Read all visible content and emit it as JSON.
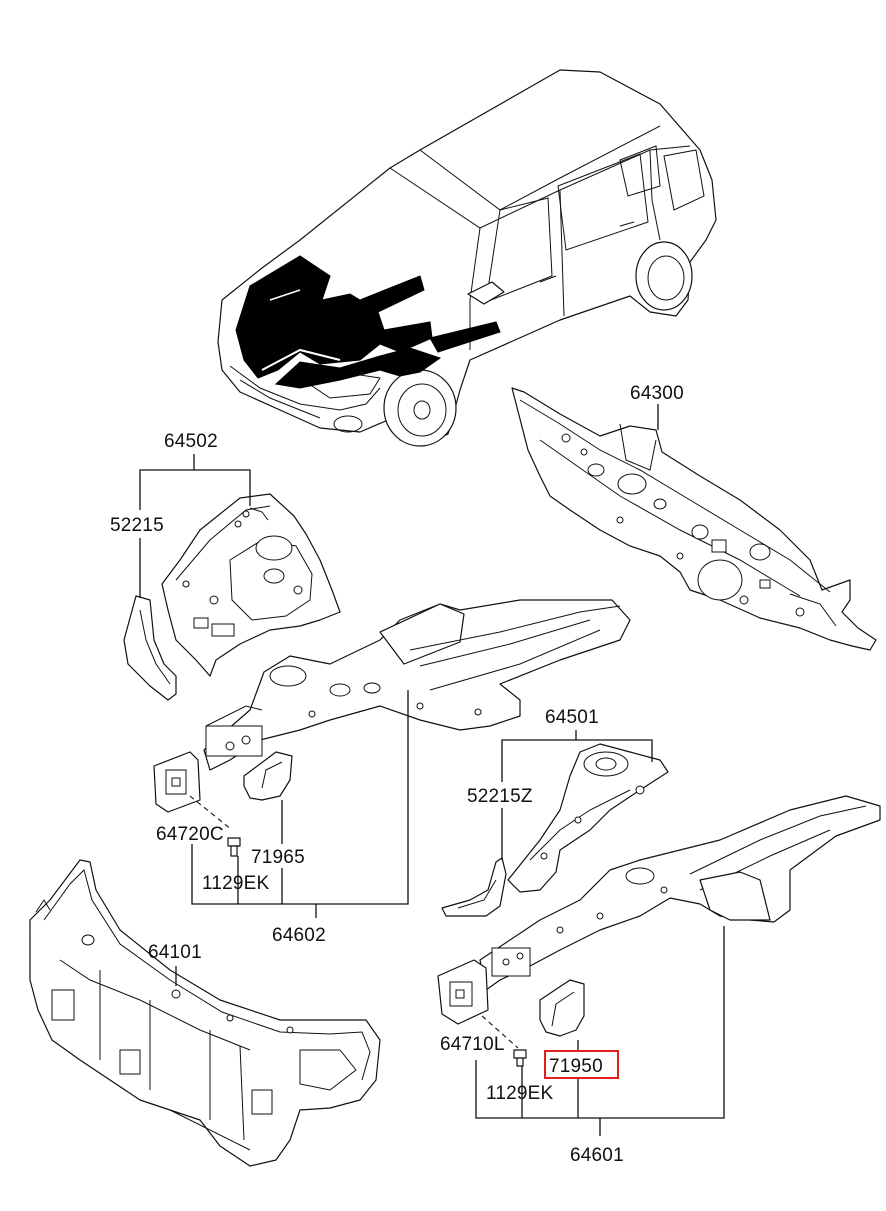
{
  "diagram": {
    "highlight_color": "#e0201b",
    "line_color": "#111111",
    "background": "#ffffff",
    "labels": {
      "p64300": "64300",
      "p64502": "64502",
      "p52215": "52215",
      "p64501": "64501",
      "p52215z": "52215Z",
      "p64720c": "64720C",
      "p71965": "71965",
      "p1129ek_a": "1129EK",
      "p64602": "64602",
      "p64101": "64101",
      "p64710l": "64710L",
      "p71950": "71950",
      "p1129ek_b": "1129EK",
      "p64601": "64601"
    },
    "highlighted_part": "71950"
  }
}
